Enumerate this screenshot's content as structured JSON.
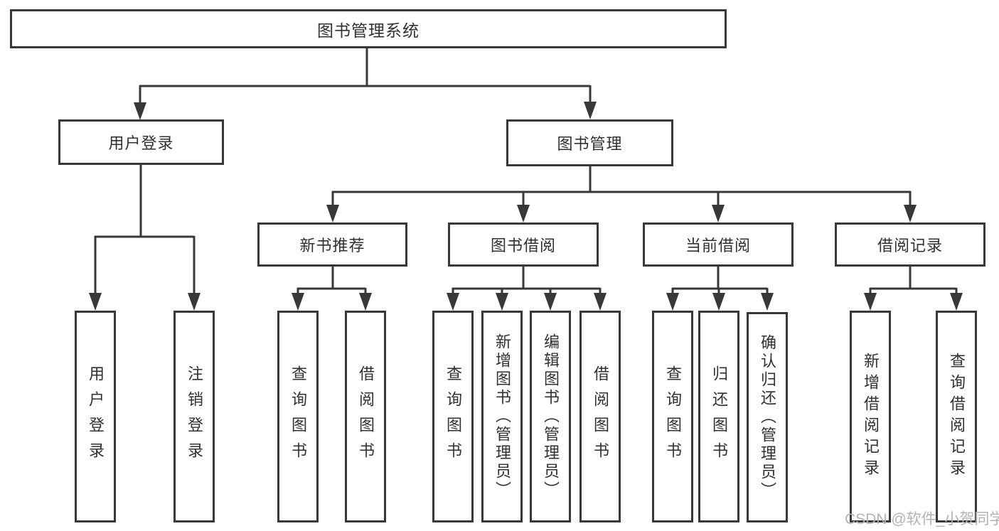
{
  "title": "图书管理系统",
  "level2": [
    "用户登录",
    "图书管理"
  ],
  "level3": [
    "新书推荐",
    "图书借阅",
    "当前借阅",
    "借阅记录"
  ],
  "leaves": {
    "user": [
      "用户登录",
      "注销登录"
    ],
    "newbook": [
      "查询图书",
      "借阅图书"
    ],
    "borrow": [
      "查询图书",
      "新增图书（管理员）",
      "编辑图书（管理员）",
      "借阅图书"
    ],
    "current": [
      "查询图书",
      "归还图书",
      "确认归还（管理员）"
    ],
    "record": [
      "新增借阅记录",
      "查询借阅记录"
    ]
  },
  "watermark": "CSDN @软件_小贺同学",
  "colors": {
    "line": "#383838",
    "box_border": "#383838",
    "text": "#303030",
    "watermark": "#b3b3b3",
    "background": "#ffffff"
  }
}
